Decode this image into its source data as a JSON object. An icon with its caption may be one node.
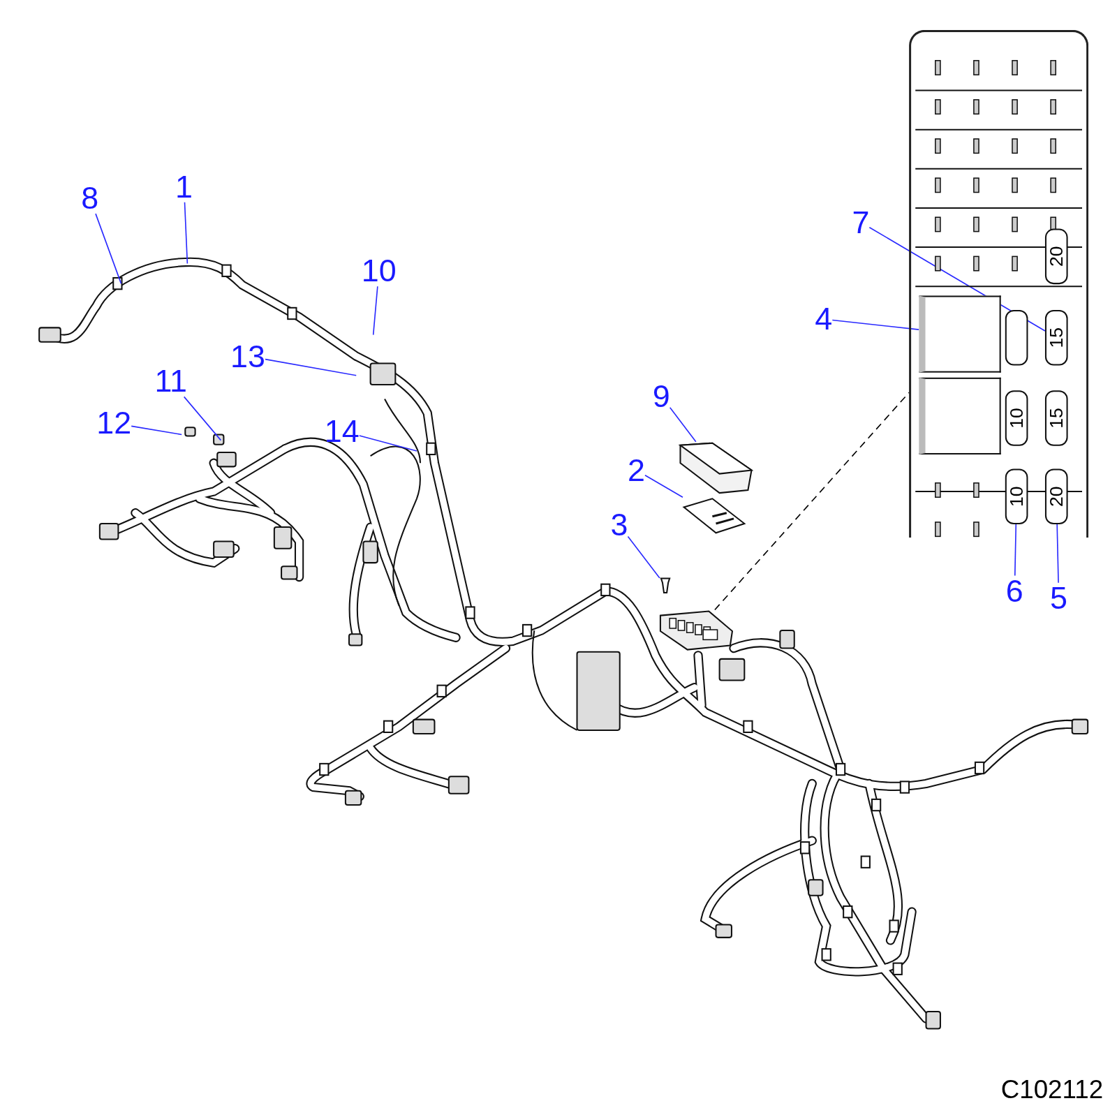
{
  "diagram": {
    "nodes": [
      {
        "text": [
          "1"
        ]
      },
      {
        "text": [
          "8"
        ]
      },
      {
        "text": [
          "7"
        ]
      },
      {
        "text": [
          "10"
        ]
      },
      {
        "text": [
          "4"
        ]
      },
      {
        "text": [
          "13"
        ]
      },
      {
        "text": [
          "11"
        ]
      },
      {
        "text": [
          "9"
        ]
      },
      {
        "text": [
          "12"
        ]
      },
      {
        "text": [
          "14"
        ]
      },
      {
        "text": [
          "2"
        ]
      },
      {
        "text": [
          "3"
        ]
      },
      {
        "text": [
          "6"
        ]
      },
      {
        "text": [
          "5"
        ]
      },
      {
        "text": [],
        "shape": "picture"
      },
      {
        "text": [],
        "shape": "picture"
      },
      {
        "text": [
          "20"
        ],
        "in": 15
      },
      {
        "text": [],
        "shape": "box",
        "in": 15
      },
      {
        "text": [],
        "shape": "box",
        "in": 15
      },
      {
        "text": [
          "15"
        ],
        "in": 15
      },
      {
        "text": [],
        "shape": "box",
        "in": 15
      },
      {
        "text": [
          "10"
        ],
        "in": 15
      },
      {
        "text": [
          "15"
        ],
        "in": 15
      },
      {
        "text": [
          "10"
        ],
        "in": 15
      },
      {
        "text": [
          "20"
        ],
        "in": 15
      },
      {
        "text": [],
        "shape": "picture"
      },
      {
        "text": [],
        "shape": "picture"
      },
      {
        "text": [],
        "shape": "picture"
      }
    ],
    "edges": [
      {
        "from": 0,
        "to": null,
        "arrow": "none"
      },
      {
        "from": 1,
        "to": null,
        "arrow": "none"
      },
      {
        "from": 2,
        "to": 19,
        "arrow": "none"
      },
      {
        "from": 3,
        "to": null,
        "arrow": "none"
      },
      {
        "from": 4,
        "to": 17,
        "arrow": "none"
      },
      {
        "from": 5,
        "to": null,
        "arrow": "none"
      },
      {
        "from": 6,
        "to": null,
        "arrow": "none"
      },
      {
        "from": 7,
        "to": 25,
        "arrow": "none"
      },
      {
        "from": 8,
        "to": null,
        "arrow": "none"
      },
      {
        "from": 9,
        "to": null,
        "arrow": "none"
      },
      {
        "from": 10,
        "to": 26,
        "arrow": "none"
      },
      {
        "from": 11,
        "to": 27,
        "arrow": "none"
      },
      {
        "from": 12,
        "to": 23,
        "arrow": "none"
      },
      {
        "from": 13,
        "to": 24,
        "arrow": "none"
      },
      {
        "from": 14,
        "to": 15,
        "arrow": "none",
        "style": "dashed",
        "color": "#000000"
      }
    ],
    "labels": [
      "C102112"
    ]
  }
}
